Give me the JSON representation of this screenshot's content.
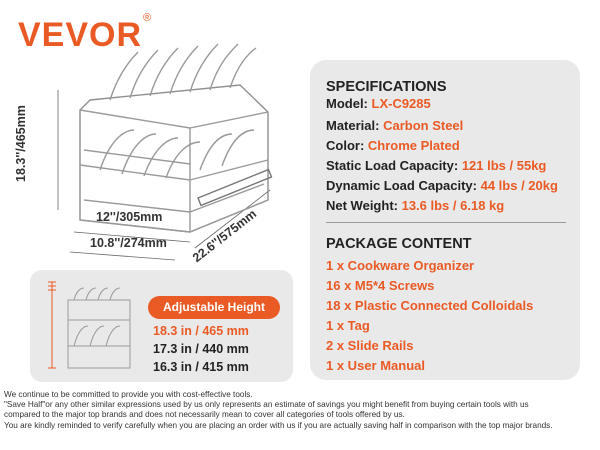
{
  "brand": {
    "name": "VEVOR",
    "reg_mark": "®"
  },
  "dimensions": {
    "height": "18.3''/465mm",
    "depth": "12''/305mm",
    "width": "10.8''/274mm",
    "slide": "22.6''/575mm"
  },
  "specifications": {
    "heading": "SPECIFICATIONS",
    "rows": [
      {
        "label": "Model: ",
        "value": "LX-C9285"
      },
      {
        "label": "Material: ",
        "value": "Carbon Steel"
      },
      {
        "label": "Color: ",
        "value": "Chrome Plated"
      },
      {
        "label": "Static Load Capacity: ",
        "value": "121 lbs / 55kg"
      },
      {
        "label": "Dynamic Load Capacity: ",
        "value": "44 lbs / 20kg"
      },
      {
        "label": "Net Weight: ",
        "value": "13.6 lbs / 6.18 kg"
      }
    ]
  },
  "package_content": {
    "heading": "PACKAGE CONTENT",
    "items": [
      "1 x Cookware Organizer",
      "16 x M5*4 Screws",
      "18 x Plastic Connected Colloidals",
      "1 x Tag",
      "2 x Slide Rails",
      "1 x User Manual"
    ]
  },
  "adjustable_height": {
    "label": "Adjustable Height",
    "options": [
      "18.3 in / 465 mm",
      "17.3 in / 440 mm",
      "16.3 in / 415 mm"
    ],
    "selected_index": 0
  },
  "disclaimer": [
    "We continue to be committed to provide you with cost-effective tools.",
    "\"Save Half\"or any other similar expressions used by us only represents an estimate of savings you might benefit from buying certain tools with us",
    "compared to the major top brands and does not necessarily mean to cover all categories of tools offered by us.",
    "You are kindly reminded to verify carefully when you are placing an order with us if you are actually saving half in comparison with the top major brands."
  ],
  "colors": {
    "accent": "#ea5a24",
    "panel": "#e9e9e9",
    "text": "#222222"
  }
}
